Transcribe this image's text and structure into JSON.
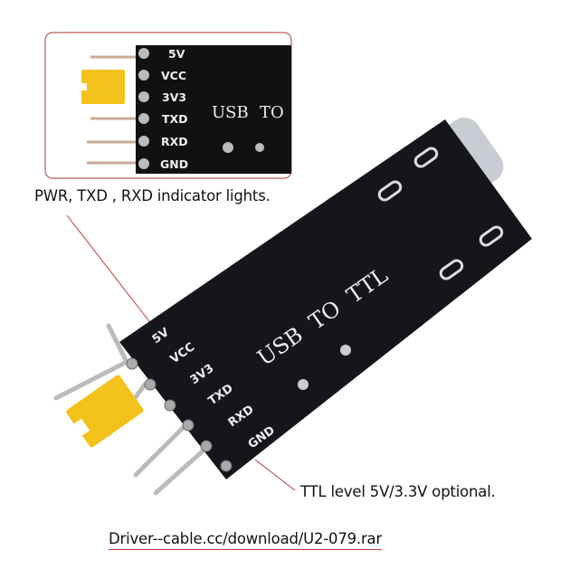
{
  "inset": {
    "pin_labels": [
      "5V",
      "VCC",
      "3V3",
      "TXD",
      "RXD",
      "GND"
    ],
    "board_text": [
      "USB",
      "TO"
    ]
  },
  "board": {
    "pin_labels": [
      "5V",
      "VCC",
      "3V3",
      "TXD",
      "RXD",
      "GND"
    ],
    "board_text": "USB  TO  TTL"
  },
  "captions": {
    "indicator": "PWR, TXD , RXD indicator lights.",
    "ttl_level": "TTL level 5V/3.3V optional.",
    "driver_link": "Driver--cable.cc/download/U2-079.rar"
  },
  "colors": {
    "board": "#15161c",
    "jumper": "#f2c21b",
    "callout_line": "#c0393b"
  }
}
